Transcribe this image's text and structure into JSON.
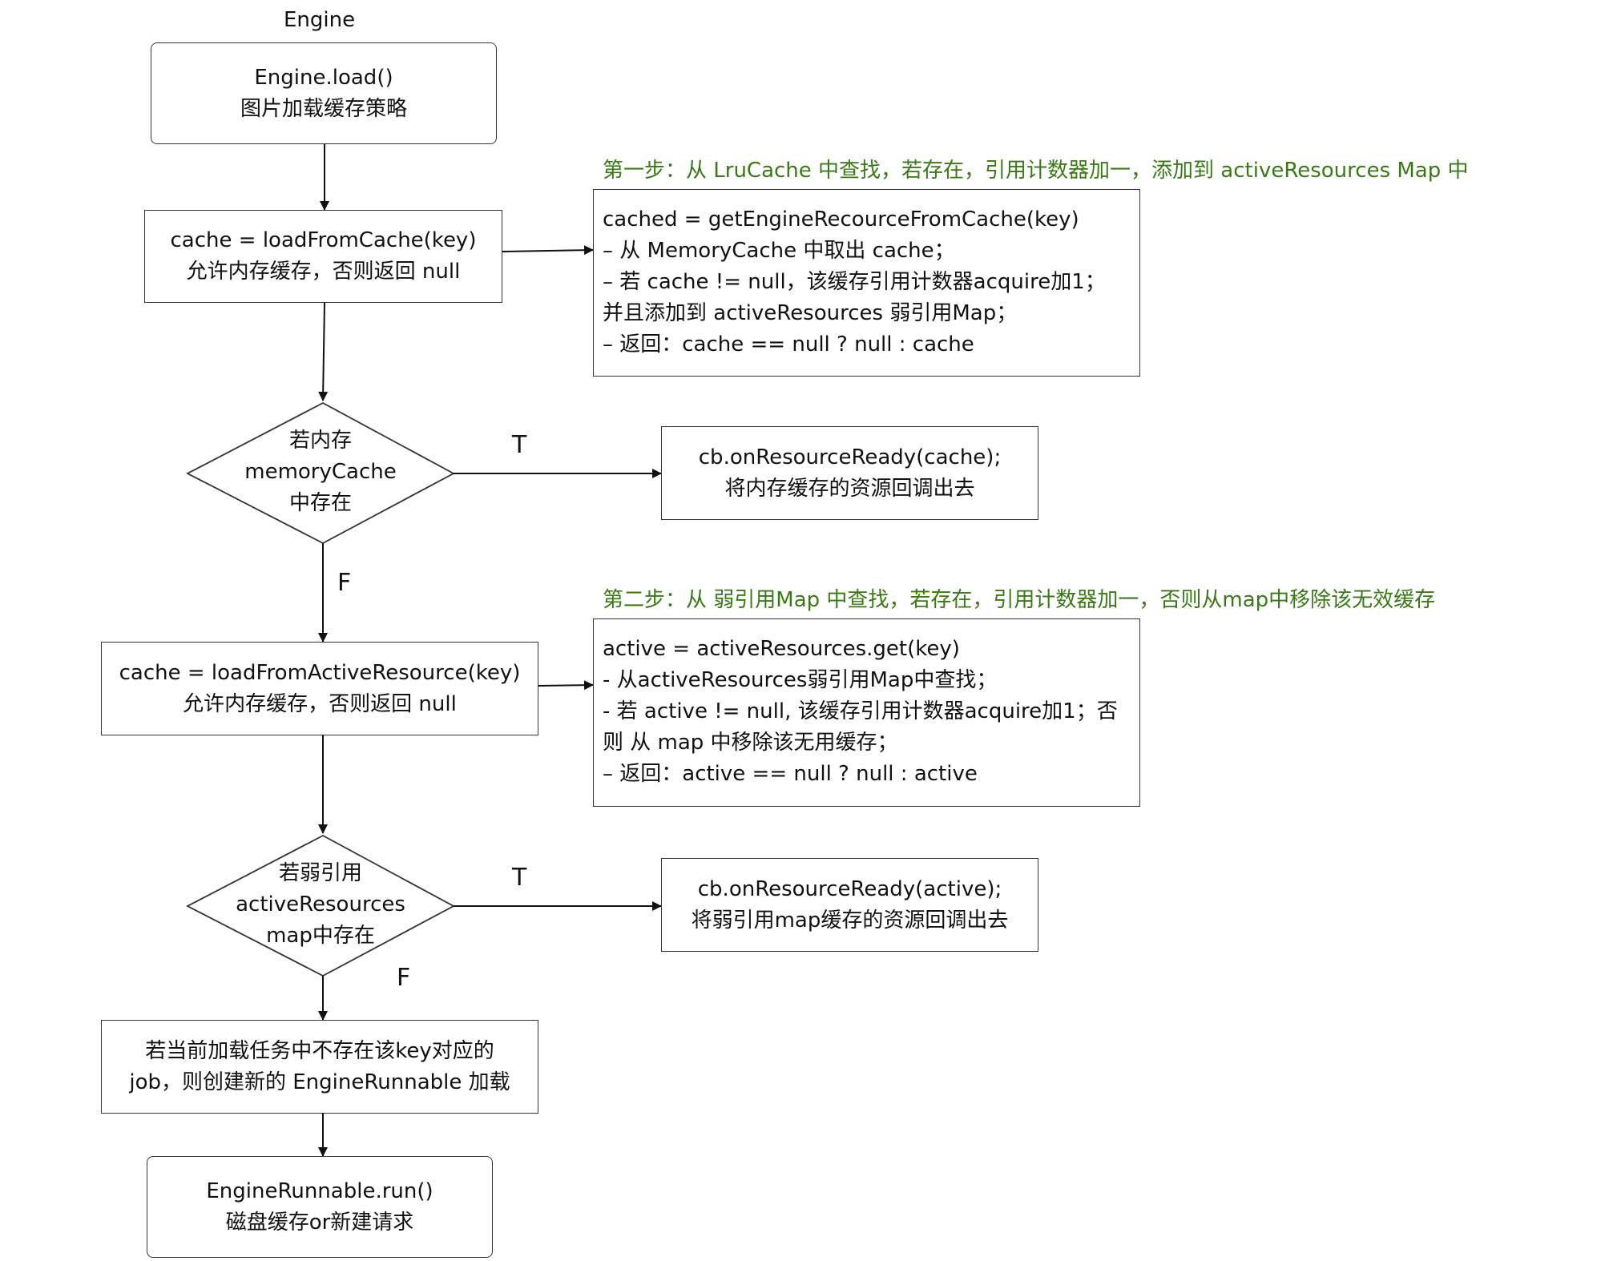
{
  "title": "Engine",
  "start": {
    "line1": "Engine.load()",
    "line2": "图片加载缓存策略"
  },
  "load_cache": {
    "line1": "cache = loadFromCache(key)",
    "line2": "允许内存缓存，否则返回 null"
  },
  "step1_label": "第一步：从 LruCache 中查找，若存在，引用计数器加一，添加到 activeResources Map 中",
  "step1_note": [
    "cached =  getEngineRecourceFromCache(key)",
    "– 从 MemoryCache 中取出 cache；",
    "– 若 cache != null，该缓存引用计数器acquire加1；",
    "并且添加到 activeResources 弱引用Map；",
    "– 返回：cache == null ? null : cache"
  ],
  "decision1": {
    "line1": "若内存",
    "line2": "memoryCache",
    "line3": "中存在"
  },
  "ready_cache": {
    "line1": "cb.onResourceReady(cache);",
    "line2": "将内存缓存的资源回调出去"
  },
  "t_label_1": "T",
  "f_label_1": "F",
  "step2_label": "第二步：从 弱引用Map 中查找，若存在，引用计数器加一，否则从map中移除该无效缓存",
  "load_active": {
    "line1": "cache = loadFromActiveResource(key)",
    "line2": "允许内存缓存，否则返回 null"
  },
  "step2_note": [
    "active = activeResources.get(key)",
    "- 从activeResources弱引用Map中查找；",
    "- 若 active != null, 该缓存引用计数器acquire加1；否",
    "则 从 map 中移除该无用缓存；",
    "– 返回：active == null ? null : active"
  ],
  "decision2": {
    "line1": "若弱引用",
    "line2": "activeResources",
    "line3": "map中存在"
  },
  "ready_active": {
    "line1": "cb.onResourceReady(active);",
    "line2": "将弱引用map缓存的资源回调出去"
  },
  "t_label_2": "T",
  "f_label_2": "F",
  "new_job": {
    "line1": "若当前加载任务中不存在该key对应的",
    "line2": "job，则创建新的 EngineRunnable 加载"
  },
  "run": {
    "line1": "EngineRunnable.run()",
    "line2": "磁盘缓存or新建请求"
  },
  "colors": {
    "step_text": "#3a7a16",
    "stroke": "#333333"
  }
}
